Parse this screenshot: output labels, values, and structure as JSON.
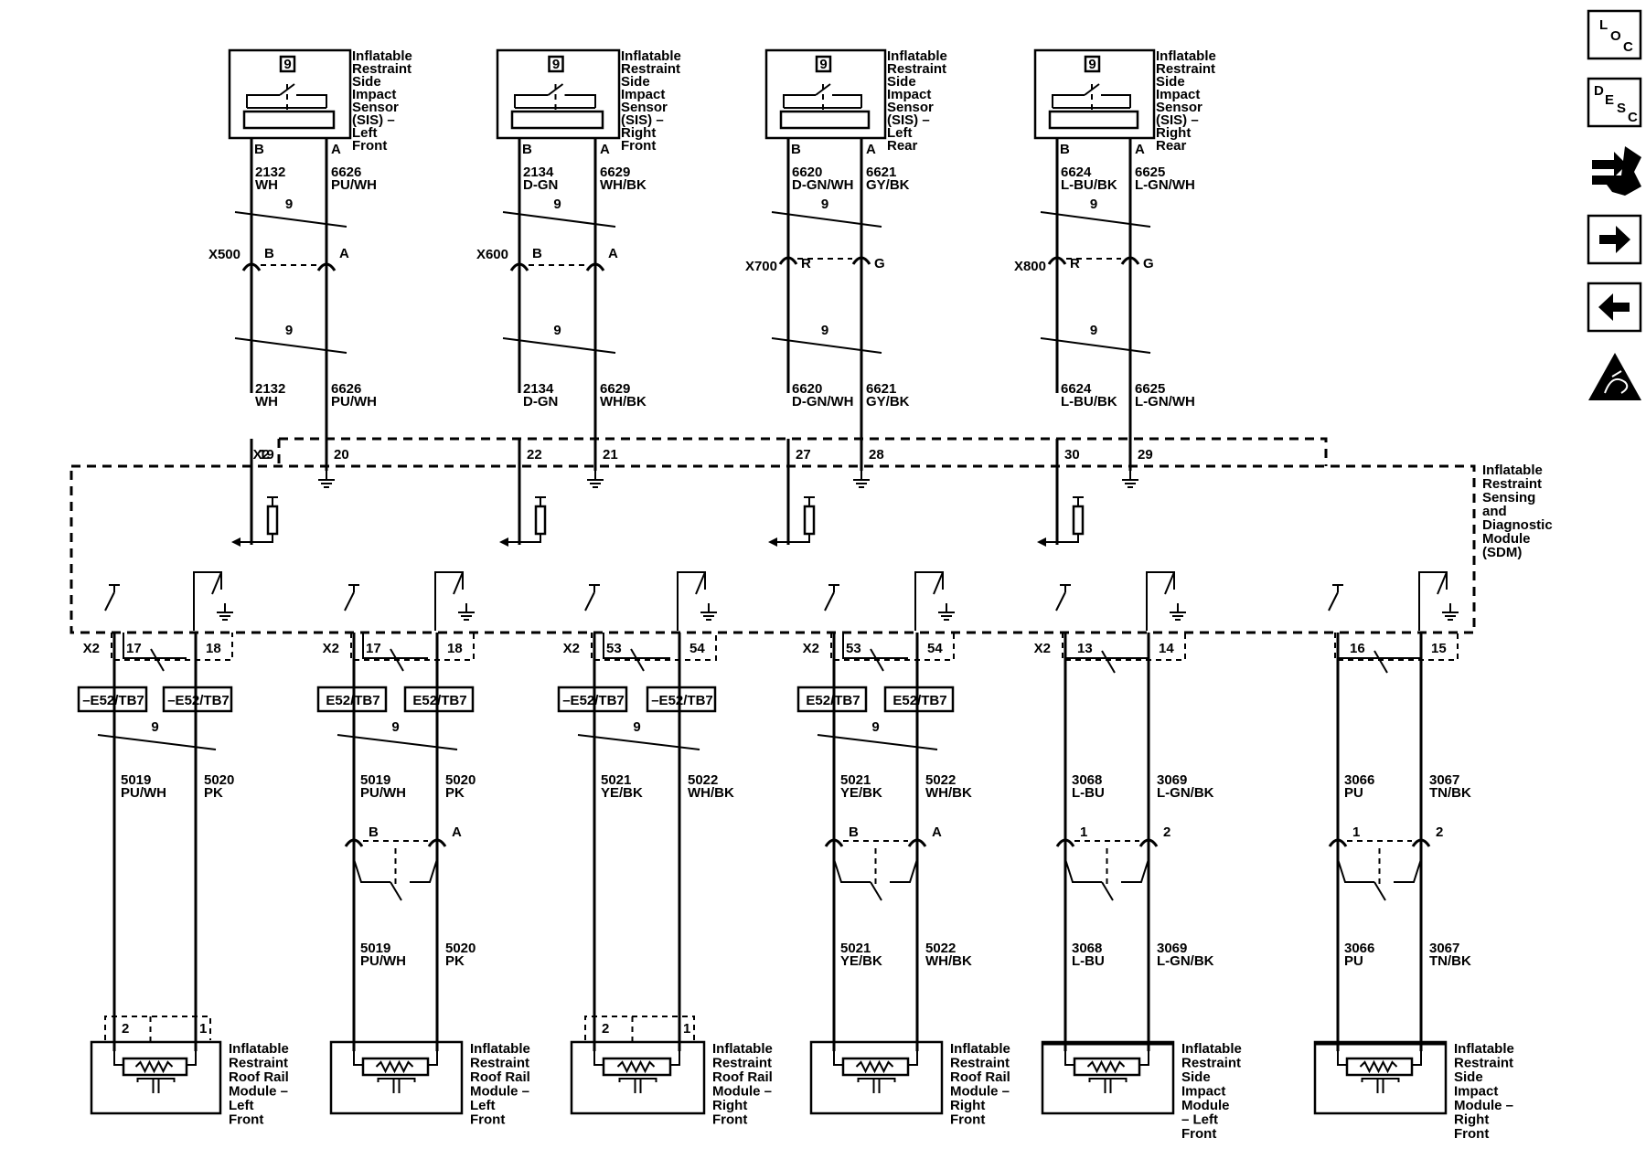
{
  "top_sensors": [
    {
      "id": "lf",
      "icon": "9",
      "name_lines": [
        "Inflatable",
        "Restraint",
        "Side",
        "Impact",
        "Sensor",
        "(SIS) –",
        "Left",
        "Front"
      ],
      "pin_left": "B",
      "pin_right": "A",
      "upper_left_circuit": "2132",
      "upper_left_color": "WH",
      "upper_right_circuit": "6626",
      "upper_right_color": "PU/WH",
      "bundle_count": "9",
      "connector": "X500",
      "conn_pin_left": "B",
      "conn_pin_right": "A",
      "lower_left_circuit": "2132",
      "lower_left_color": "WH",
      "lower_right_circuit": "6626",
      "lower_right_color": "PU/WH",
      "sdm_pin_left": "19",
      "sdm_pin_right": "20"
    },
    {
      "id": "rf",
      "icon": "9",
      "name_lines": [
        "Inflatable",
        "Restraint",
        "Side",
        "Impact",
        "Sensor",
        "(SIS) –",
        "Right",
        "Front"
      ],
      "pin_left": "B",
      "pin_right": "A",
      "upper_left_circuit": "2134",
      "upper_left_color": "D-GN",
      "upper_right_circuit": "6629",
      "upper_right_color": "WH/BK",
      "bundle_count": "9",
      "connector": "X600",
      "conn_pin_left": "B",
      "conn_pin_right": "A",
      "lower_left_circuit": "2134",
      "lower_left_color": "D-GN",
      "lower_right_circuit": "6629",
      "lower_right_color": "WH/BK",
      "sdm_pin_left": "22",
      "sdm_pin_right": "21"
    },
    {
      "id": "lr",
      "icon": "9",
      "name_lines": [
        "Inflatable",
        "Restraint",
        "Side",
        "Impact",
        "Sensor",
        "(SIS) –",
        "Left",
        "Rear"
      ],
      "pin_left": "B",
      "pin_right": "A",
      "upper_left_circuit": "6620",
      "upper_left_color": "D-GN/WH",
      "upper_right_circuit": "6621",
      "upper_right_color": "GY/BK",
      "bundle_count": "9",
      "connector": "X700",
      "conn_pin_left": "R",
      "conn_pin_right": "G",
      "lower_left_circuit": "6620",
      "lower_left_color": "D-GN/WH",
      "lower_right_circuit": "6621",
      "lower_right_color": "GY/BK",
      "sdm_pin_left": "27",
      "sdm_pin_right": "28"
    },
    {
      "id": "rr",
      "icon": "9",
      "name_lines": [
        "Inflatable",
        "Restraint",
        "Side",
        "Impact",
        "Sensor",
        "(SIS) –",
        "Right",
        "Rear"
      ],
      "pin_left": "B",
      "pin_right": "A",
      "upper_left_circuit": "6624",
      "upper_left_color": "L-BU/BK",
      "upper_right_circuit": "6625",
      "upper_right_color": "L-GN/WH",
      "bundle_count": "9",
      "connector": "X800",
      "conn_pin_left": "R",
      "conn_pin_right": "G",
      "lower_left_circuit": "6624",
      "lower_left_color": "L-BU/BK",
      "lower_right_circuit": "6625",
      "lower_right_color": "L-GN/WH",
      "sdm_pin_left": "30",
      "sdm_pin_right": "29"
    }
  ],
  "sdm": {
    "top_connector": "X2",
    "name_lines": [
      "Inflatable",
      "Restraint",
      "Sensing",
      "and",
      "Diagnostic",
      "Module",
      "(SDM)"
    ]
  },
  "bottom_modules": [
    {
      "id": "rrm-lf",
      "connector": "X2",
      "pin_left": "17",
      "pin_right": "18",
      "shorting_bar": true,
      "tag_left": "–E52/TB7",
      "tag_right": "–E52/TB7",
      "bundle_count": "9",
      "left_circuit": "5019",
      "left_color": "PU/WH",
      "right_circuit": "5020",
      "right_color": "PK",
      "has_inline": false,
      "inline_pin_left": "",
      "inline_pin_right": "",
      "lower_left_circuit": "",
      "lower_left_color": "",
      "lower_right_circuit": "",
      "lower_right_color": "",
      "module_pin_left": "2",
      "module_pin_right": "1",
      "name_lines": [
        "Inflatable",
        "Restraint",
        "Roof Rail",
        "Module –",
        "Left",
        "Front"
      ]
    },
    {
      "id": "rrm-lf-alt",
      "connector": "X2",
      "pin_left": "17",
      "pin_right": "18",
      "shorting_bar": true,
      "tag_left": "E52/TB7",
      "tag_right": "E52/TB7",
      "bundle_count": "9",
      "left_circuit": "5019",
      "left_color": "PU/WH",
      "right_circuit": "5020",
      "right_color": "PK",
      "has_inline": true,
      "inline_pin_left": "B",
      "inline_pin_right": "A",
      "lower_left_circuit": "5019",
      "lower_left_color": "PU/WH",
      "lower_right_circuit": "5020",
      "lower_right_color": "PK",
      "module_pin_left": "",
      "module_pin_right": "",
      "name_lines": [
        "Inflatable",
        "Restraint",
        "Roof Rail",
        "Module –",
        "Left",
        "Front"
      ]
    },
    {
      "id": "rrm-rf",
      "connector": "X2",
      "pin_left": "53",
      "pin_right": "54",
      "shorting_bar": true,
      "tag_left": "–E52/TB7",
      "tag_right": "–E52/TB7",
      "bundle_count": "9",
      "left_circuit": "5021",
      "left_color": "YE/BK",
      "right_circuit": "5022",
      "right_color": "WH/BK",
      "has_inline": false,
      "inline_pin_left": "",
      "inline_pin_right": "",
      "lower_left_circuit": "",
      "lower_left_color": "",
      "lower_right_circuit": "",
      "lower_right_color": "",
      "module_pin_left": "2",
      "module_pin_right": "1",
      "name_lines": [
        "Inflatable",
        "Restraint",
        "Roof Rail",
        "Module –",
        "Right",
        "Front"
      ]
    },
    {
      "id": "rrm-rf-alt",
      "connector": "X2",
      "pin_left": "53",
      "pin_right": "54",
      "shorting_bar": true,
      "tag_left": "E52/TB7",
      "tag_right": "E52/TB7",
      "bundle_count": "9",
      "left_circuit": "5021",
      "left_color": "YE/BK",
      "right_circuit": "5022",
      "right_color": "WH/BK",
      "has_inline": true,
      "inline_pin_left": "B",
      "inline_pin_right": "A",
      "lower_left_circuit": "5021",
      "lower_left_color": "YE/BK",
      "lower_right_circuit": "5022",
      "lower_right_color": "WH/BK",
      "module_pin_left": "",
      "module_pin_right": "",
      "name_lines": [
        "Inflatable",
        "Restraint",
        "Roof Rail",
        "Module –",
        "Right",
        "Front"
      ]
    },
    {
      "id": "sim-lf",
      "connector": "X2",
      "pin_left": "13",
      "pin_right": "14",
      "shorting_bar": false,
      "tag_left": "",
      "tag_right": "",
      "bundle_count": "",
      "left_circuit": "3068",
      "left_color": "L-BU",
      "right_circuit": "3069",
      "right_color": "L-GN/BK",
      "has_inline": true,
      "inline_pin_left": "1",
      "inline_pin_right": "2",
      "lower_left_circuit": "3068",
      "lower_left_color": "L-BU",
      "lower_right_circuit": "3069",
      "lower_right_color": "L-GN/BK",
      "module_pin_left": "",
      "module_pin_right": "",
      "name_lines": [
        "Inflatable",
        "Restraint",
        "Side",
        "Impact",
        "Module",
        "– Left",
        "Front"
      ]
    },
    {
      "id": "sim-rf",
      "connector": "",
      "pin_left": "16",
      "pin_right": "15",
      "shorting_bar": false,
      "tag_left": "",
      "tag_right": "",
      "bundle_count": "",
      "left_circuit": "3066",
      "left_color": "PU",
      "right_circuit": "3067",
      "right_color": "TN/BK",
      "has_inline": true,
      "inline_pin_left": "1",
      "inline_pin_right": "2",
      "lower_left_circuit": "3066",
      "lower_left_color": "PU",
      "lower_right_circuit": "3067",
      "lower_right_color": "TN/BK",
      "module_pin_left": "",
      "module_pin_right": "",
      "name_lines": [
        "Inflatable",
        "Restraint",
        "Side",
        "Impact",
        "Module –",
        "Right",
        "Front"
      ]
    }
  ],
  "nav": {
    "loc": {
      "l": "L",
      "o": "O",
      "c": "C"
    },
    "desc": {
      "d": "D",
      "e": "E",
      "s": "S",
      "c": "C"
    }
  }
}
